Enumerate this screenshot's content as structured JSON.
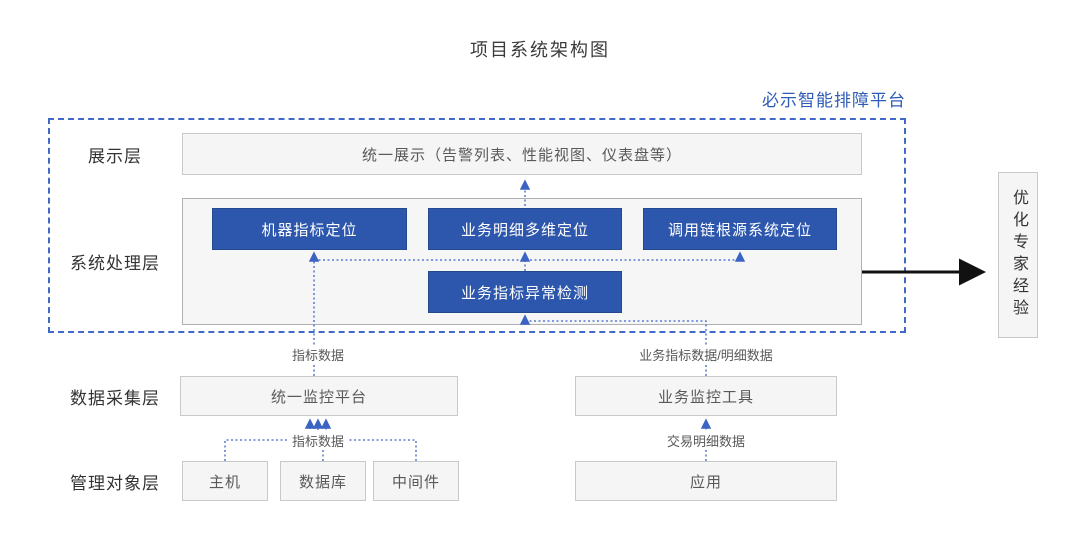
{
  "title": "项目系统架构图",
  "platform": {
    "label": "必示智能排障平台"
  },
  "layers": {
    "display": {
      "name": "展示层",
      "unified_display": "统一展示（告警列表、性能视图、仪表盘等）"
    },
    "processing": {
      "name": "系统处理层",
      "machine_metric": "机器指标定位",
      "business_multidim": "业务明细多维定位",
      "trace_root_cause": "调用链根源系统定位",
      "anomaly_detection": "业务指标异常检测"
    },
    "collection": {
      "name": "数据采集层",
      "unified_monitoring": "统一监控平台",
      "business_monitoring": "业务监控工具"
    },
    "managed": {
      "name": "管理对象层",
      "host": "主机",
      "database": "数据库",
      "middleware": "中间件",
      "application": "应用"
    }
  },
  "flows": {
    "metric_data_mid": "指标数据",
    "business_metric_detail": "业务指标数据/明细数据",
    "metric_data_bottom": "指标数据",
    "transaction_detail": "交易明细数据"
  },
  "output": {
    "expert_experience": "优化专家经验"
  },
  "colors": {
    "module_blue": "#2d57ac",
    "dashed_border_blue": "#4169c8",
    "connector_blue": "#3b63c4",
    "platform_label_blue": "#2f5cb8",
    "box_fill": "#f5f5f6",
    "box_border": "#c9c9c9",
    "text_dark": "#333333",
    "text_gray": "#595959",
    "arrow_black": "#111111"
  }
}
